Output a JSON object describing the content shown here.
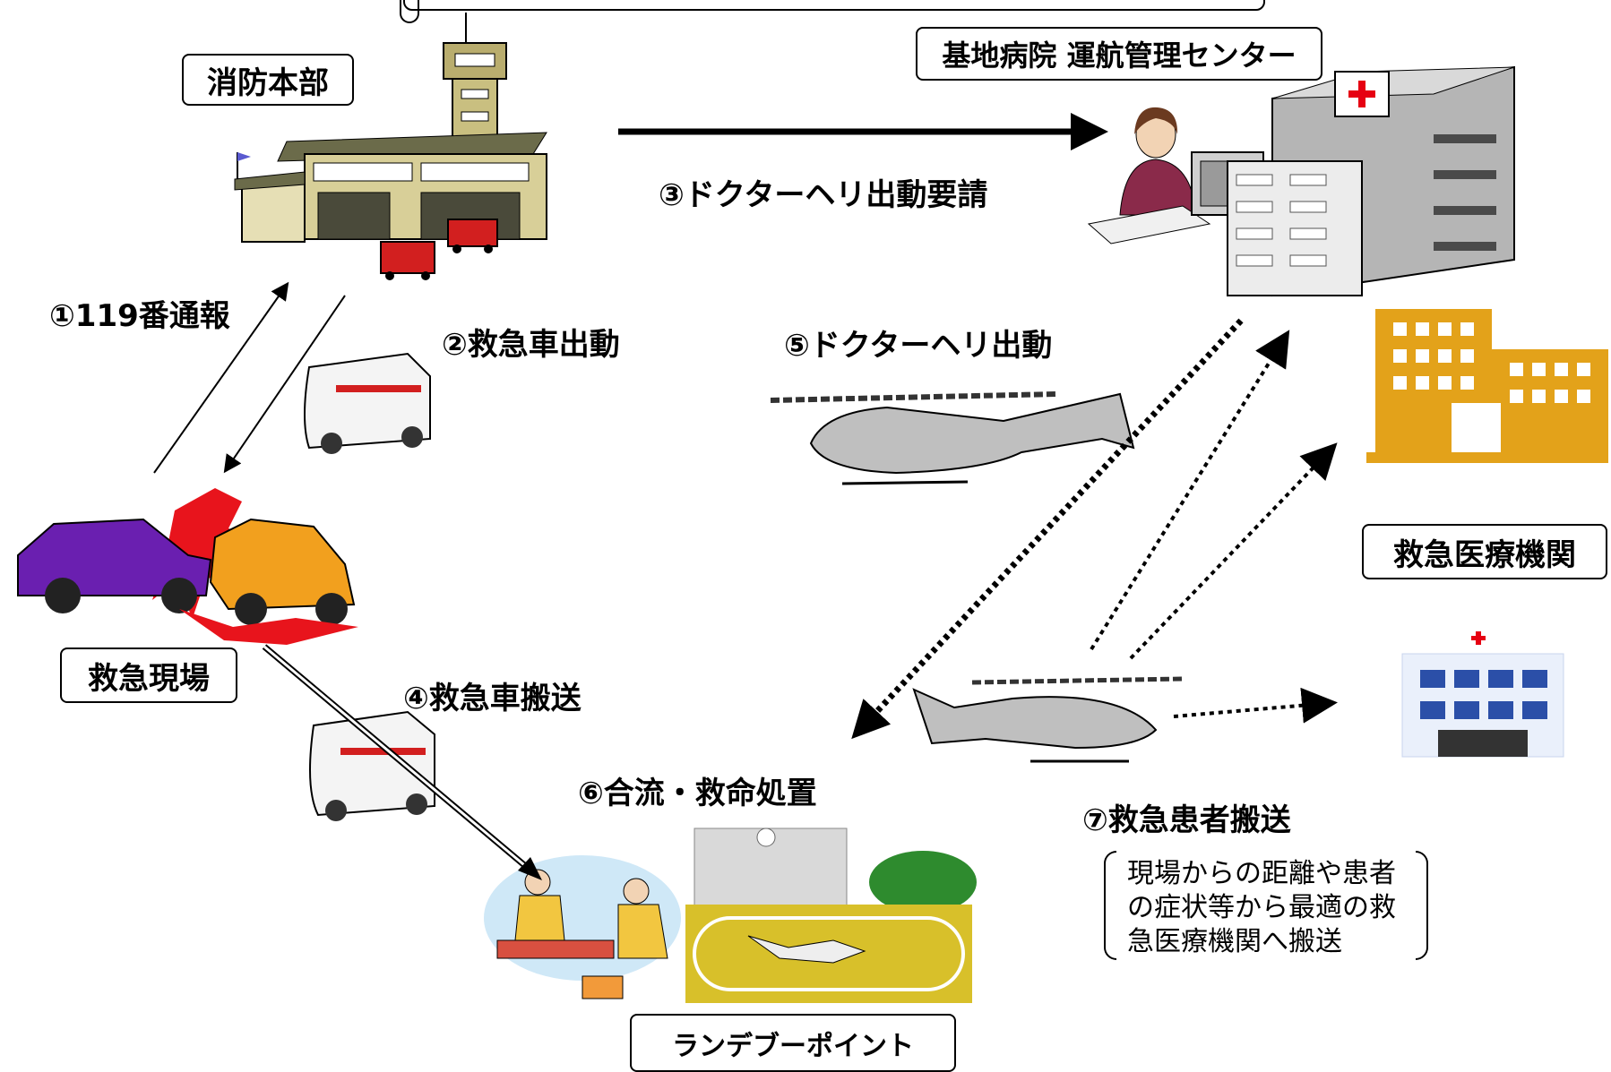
{
  "nodes": {
    "fire_hq": "消防本部",
    "base_hospital": "基地病院 運航管理センター",
    "emergency_institution": "救急医療機関",
    "accident_scene": "救急現場",
    "rendezvous_point": "ランデブーポイント"
  },
  "steps": {
    "s1": "①119番通報",
    "s2": "②救急車出動",
    "s3": "③ドクターヘリ出動要請",
    "s4": "④救急車搬送",
    "s5": "⑤ドクターヘリ出動",
    "s6": "⑥合流・救命処置",
    "s7": "⑦救急患者搬送"
  },
  "note": {
    "line1": "現場からの距離や患者",
    "line2": "の症状等から最適の救",
    "line3": "急医療機関へ搬送"
  },
  "colors": {
    "institution_orange": "#e3a21a",
    "clinic_blue": "#2b4fa8",
    "clinic_red": "#e60012",
    "car_purple": "#6a1fb0",
    "car_orange": "#f2a01e",
    "crash_red": "#e8141c"
  }
}
